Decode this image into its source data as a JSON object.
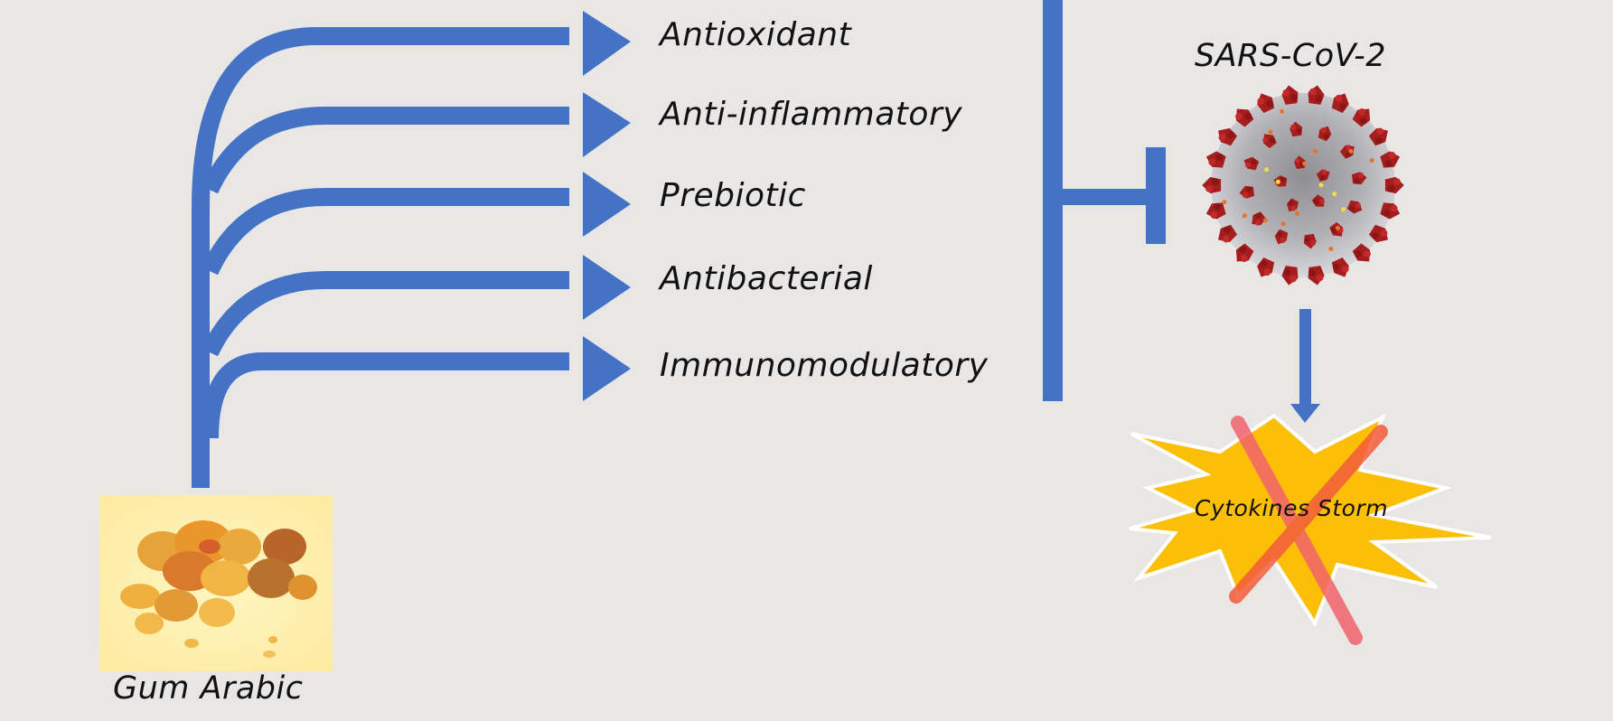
{
  "diagram": {
    "source": {
      "label": "Gum Arabic",
      "image": "gum-arabic-resin-photo"
    },
    "effects": [
      {
        "label": "Antioxidant"
      },
      {
        "label": "Anti-inflammatory"
      },
      {
        "label": "Prebiotic"
      },
      {
        "label": "Antibacterial"
      },
      {
        "label": "Immunomodulatory"
      }
    ],
    "target": {
      "label": "SARS-CoV-2",
      "relation": "inhibits",
      "image": "coronavirus-particle"
    },
    "outcome": {
      "label": "Cytokines Storm",
      "status": "blocked"
    },
    "colors": {
      "background": "#e9e6e6",
      "arrow": "#4472c4",
      "arrow_edge": "#2f5597",
      "burst": "#fbbf07",
      "burst_outline": "#ffffff",
      "cross": "#f2636b",
      "virus_spike": "#a51d1d",
      "virus_body": "#a9a9ab"
    }
  }
}
